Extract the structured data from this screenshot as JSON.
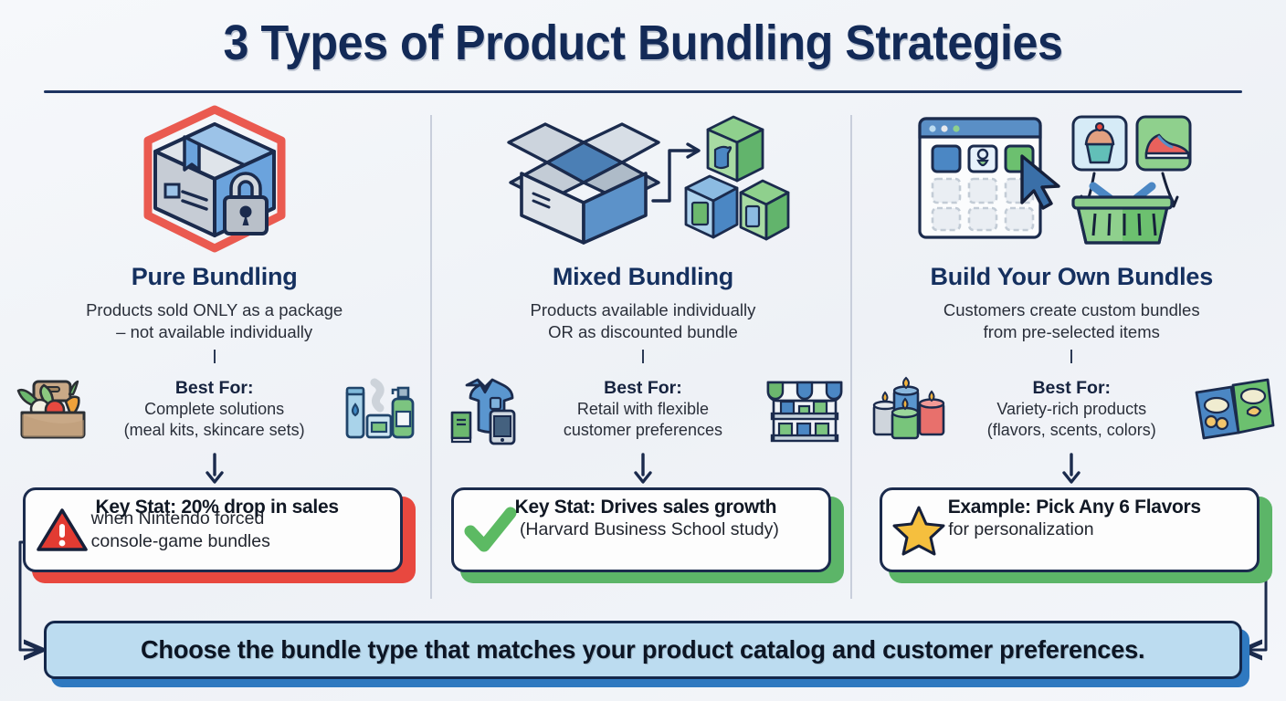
{
  "header": {
    "title": "3 Types of Product Bundling Strategies"
  },
  "columns": [
    {
      "id": "pure-bundling",
      "hero_icon": "locked-package-icon",
      "title": "Pure Bundling",
      "subtitle_line1": "Products sold ONLY as a package",
      "subtitle_line2": "– not available individually",
      "best_for_label": "Best For:",
      "best_for_line1": "Complete solutions",
      "best_for_line2": "(meal kits, skincare sets)",
      "left_icon": "grocery-box-icon",
      "right_icon": "skincare-set-icon",
      "card_icon": "warning-triangle-icon",
      "card_strong": "Key Stat: 20% drop in sales",
      "card_soft_line1": "when Nintendo forced",
      "card_soft_line2": "console-game bundles",
      "accent": "#e8483f"
    },
    {
      "id": "mixed-bundling",
      "hero_icon": "open-box-to-products-icon",
      "title": "Mixed Bundling",
      "subtitle_line1": "Products available individually",
      "subtitle_line2": "OR as discounted bundle",
      "best_for_label": "Best For:",
      "best_for_line1": "Retail with flexible",
      "best_for_line2": "customer preferences",
      "left_icon": "shirt-book-phone-icon",
      "right_icon": "storefront-icon",
      "card_icon": "green-check-icon",
      "card_strong": "Key Stat: Drives sales growth",
      "card_soft_line1": "(Harvard Business School study)",
      "card_soft_line2": "",
      "accent": "#5cb568"
    },
    {
      "id": "build-your-own-bundles",
      "hero_icon": "product-picker-basket-icon",
      "title": "Build Your Own Bundles",
      "subtitle_line1": "Customers create custom bundles",
      "subtitle_line2": "from pre-selected items",
      "best_for_label": "Best For:",
      "best_for_line1": "Variety-rich products",
      "best_for_line2": "(flavors, scents, colors)",
      "left_icon": "candles-icon",
      "right_icon": "snack-bags-icon",
      "card_icon": "gold-star-icon",
      "card_strong": "Example: Pick Any 6 Flavors",
      "card_soft_line1": "for personalization",
      "card_soft_line2": "",
      "accent": "#5cb568"
    }
  ],
  "footer": {
    "banner_text": "Choose the bundle type that matches your product catalog and customer preferences."
  },
  "colors": {
    "navy": "#15305f",
    "title_navy": "#132a57",
    "background": "#f3f5f9",
    "banner_fill": "#bcdcf0",
    "banner_border": "#14274a",
    "red_accent": "#e8483f",
    "green_accent": "#5cb568",
    "divider": "#c8cedb"
  }
}
